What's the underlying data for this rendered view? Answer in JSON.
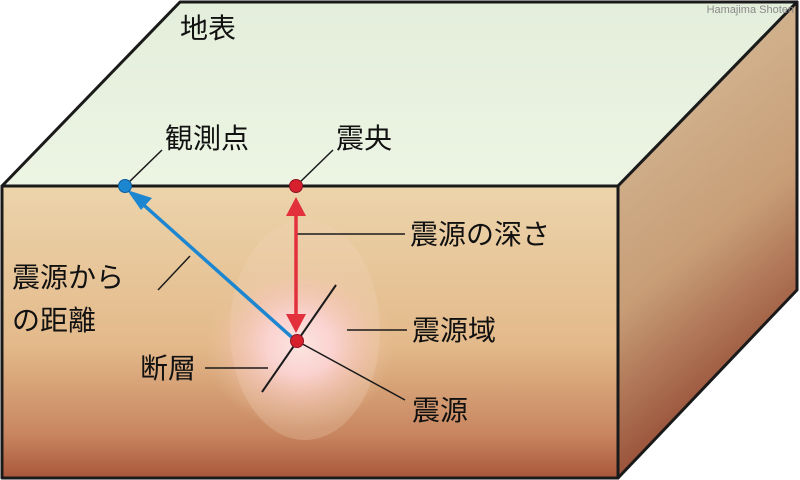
{
  "credit": "Hamajima Shoten",
  "labels": {
    "surface": "地表",
    "observation_point": "観測点",
    "epicenter": "震央",
    "focal_depth": "震源の深さ",
    "distance_line1": "震源から",
    "distance_line2": "の距離",
    "focal_region": "震源域",
    "fault": "断層",
    "hypocenter": "震源"
  },
  "colors": {
    "surface_top": "#e6f0dc",
    "ground": "#e9c89b",
    "ground_deep": "#a9573a",
    "side_face": "#cdb08c",
    "blue_arrow": "#1c86d1",
    "red_arrow": "#e2303d",
    "point_red": "#d6202e",
    "focal_glow": "#ffd7dc"
  }
}
